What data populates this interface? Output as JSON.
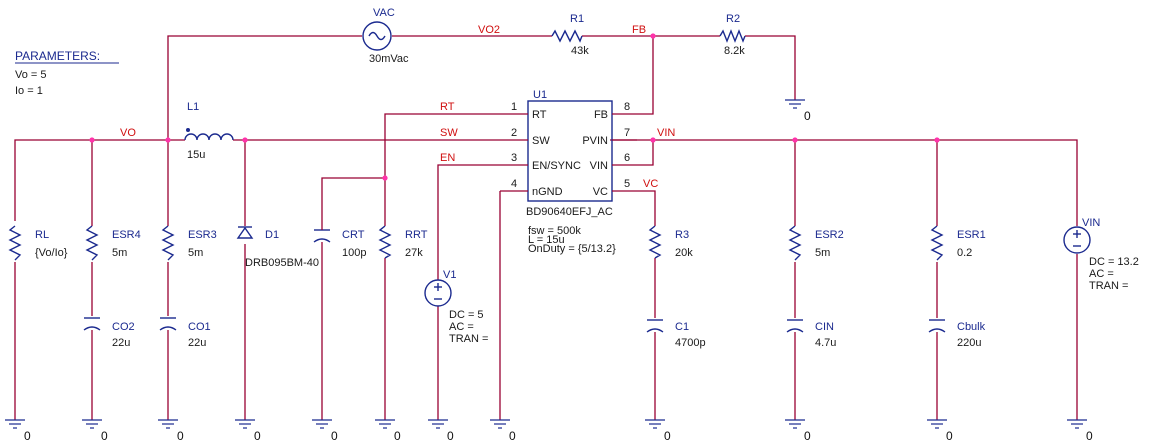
{
  "parameters": {
    "title": "PARAMETERS:",
    "vo": "Vo = 5",
    "io": "Io = 1"
  },
  "nets": {
    "vo": "VO",
    "vo2": "VO2",
    "fb": "FB",
    "vin": "VIN",
    "rt": "RT",
    "sw": "SW",
    "en": "EN",
    "vc": "VC"
  },
  "vac": {
    "ref": "VAC",
    "value": "30mVac"
  },
  "r1": {
    "ref": "R1",
    "value": "43k"
  },
  "r2": {
    "ref": "R2",
    "value": "8.2k"
  },
  "l1": {
    "ref": "L1",
    "value": "15u"
  },
  "u1": {
    "ref": "U1",
    "part": "BD90640EFJ_AC",
    "pins": {
      "rt": "RT",
      "sw": "SW",
      "en": "EN/SYNC",
      "ngnd": "nGND",
      "fb": "FB",
      "pvin": "PVIN",
      "vin": "VIN",
      "vc": "VC",
      "n1": "1",
      "n2": "2",
      "n3": "3",
      "n4": "4",
      "n5": "5",
      "n6": "6",
      "n7": "7",
      "n8": "8"
    },
    "props": {
      "fsw": "fsw = 500k",
      "l": "L = 15u",
      "onduty": "OnDuty = {5/13.2}"
    }
  },
  "rl": {
    "ref": "RL",
    "value": "{Vo/Io}"
  },
  "esr4": {
    "ref": "ESR4",
    "value": "5m"
  },
  "co2": {
    "ref": "CO2",
    "value": "22u"
  },
  "esr3": {
    "ref": "ESR3",
    "value": "5m"
  },
  "co1": {
    "ref": "CO1",
    "value": "22u"
  },
  "d1": {
    "ref": "D1",
    "value": "DRB095BM-40"
  },
  "crt": {
    "ref": "CRT",
    "value": "100p"
  },
  "rrt": {
    "ref": "RRT",
    "value": "27k"
  },
  "v1": {
    "ref": "V1",
    "dc": "DC = 5",
    "ac": "AC =",
    "tran": "TRAN ="
  },
  "r3": {
    "ref": "R3",
    "value": "20k"
  },
  "c1": {
    "ref": "C1",
    "value": "4700p"
  },
  "esr2": {
    "ref": "ESR2",
    "value": "5m"
  },
  "cin": {
    "ref": "CIN",
    "value": "4.7u"
  },
  "esr1": {
    "ref": "ESR1",
    "value": "0.2"
  },
  "cbulk": {
    "ref": "Cbulk",
    "value": "220u"
  },
  "vin_src": {
    "ref": "VIN",
    "dc": "DC = 13.2",
    "ac": "AC =",
    "tran": "TRAN ="
  },
  "ground_label": "0"
}
